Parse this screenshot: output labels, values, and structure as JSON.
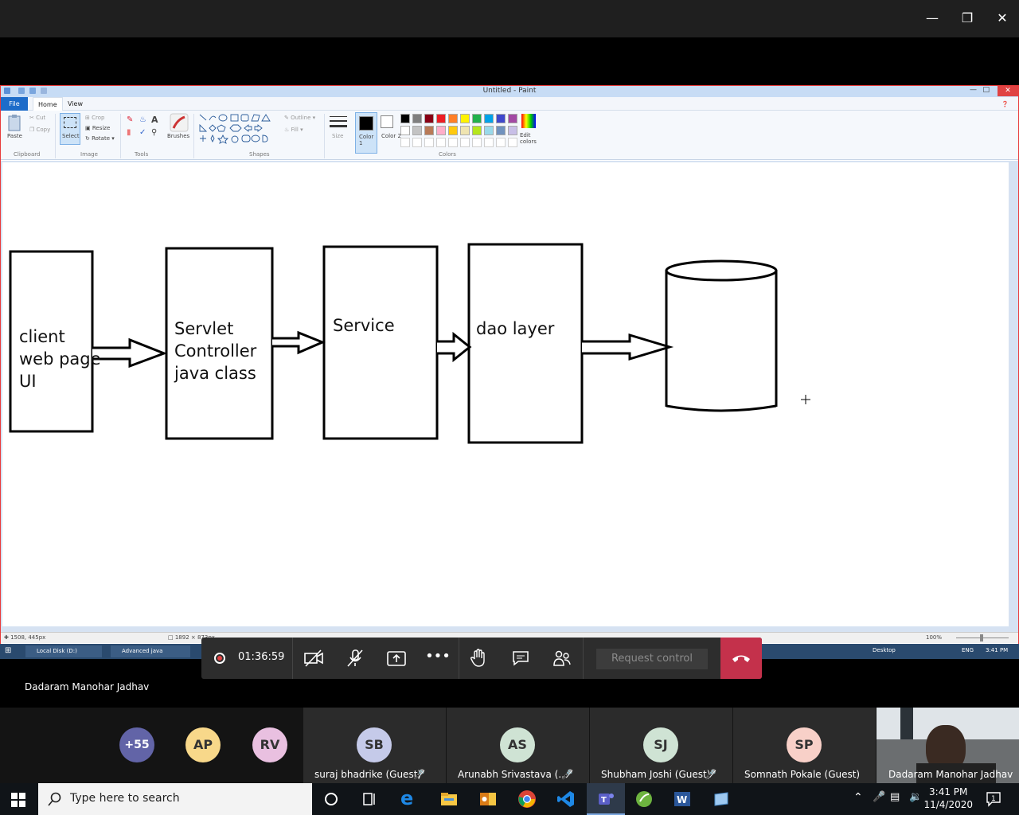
{
  "paint": {
    "title": "Untitled - Paint",
    "tabs": [
      "File",
      "Home",
      "View"
    ],
    "clipboard": {
      "paste": "Paste",
      "cut": "Cut",
      "copy": "Copy",
      "label": "Clipboard"
    },
    "image": {
      "select": "Select",
      "crop": "Crop",
      "resize": "Resize",
      "rotate": "Rotate",
      "label": "Image"
    },
    "tools_label": "Tools",
    "brushes": "Brushes",
    "shapes": {
      "outline": "Outline",
      "fill": "Fill",
      "label": "Shapes"
    },
    "size": "Size",
    "color1": "Color 1",
    "color2": "Color 2",
    "colors_label": "Colors",
    "edit_colors": "Edit colors",
    "palette": [
      "#000000",
      "#7f7f7f",
      "#880015",
      "#ed1c24",
      "#ff7f27",
      "#fff200",
      "#22b14c",
      "#00a2e8",
      "#3f48cc",
      "#a349a4",
      "#ffffff",
      "#c3c3c3",
      "#b97a57",
      "#ffaec9",
      "#ffc90e",
      "#efe4b0",
      "#b5e61d",
      "#99d9ea",
      "#7092be",
      "#c8bfe7"
    ],
    "status": {
      "position": "1508, 445px",
      "size": "1892 × 873px",
      "zoom": "100%"
    }
  },
  "diagram": {
    "box1": [
      "client",
      "web page",
      "UI"
    ],
    "box2": [
      "Servlet",
      "Controller",
      "java class"
    ],
    "box3": "Service",
    "box4": "dao layer"
  },
  "remote_taskbar": {
    "items": [
      "Local Disk (D:)",
      "Advanced java"
    ],
    "desktop": "Desktop",
    "lang": "ENG",
    "time": "3:41 PM"
  },
  "callbar": {
    "timer": "01:36:59",
    "request_control": "Request control"
  },
  "presenter": "Dadaram Manohar Jadhav",
  "participants": {
    "overflow": "+55",
    "small": [
      {
        "initials": "AP",
        "color": "#f8d88a"
      },
      {
        "initials": "RV",
        "color": "#e9c0e0"
      }
    ],
    "tiles": [
      {
        "initials": "SB",
        "name": "suraj bhadrike (Guest)",
        "color": "#c5cae9"
      },
      {
        "initials": "AS",
        "name": "Arunabh Srivastava (...",
        "color": "#cfe3d4"
      },
      {
        "initials": "SJ",
        "name": "Shubham Joshi (Guest)",
        "color": "#cfe3d4"
      },
      {
        "initials": "SP",
        "name": "Somnath Pokale (Guest)",
        "color": "#f8d0c8"
      }
    ],
    "video_name": "Dadaram Manohar Jadhav"
  },
  "taskbar": {
    "search_placeholder": "Type here to search",
    "time": "3:41 PM",
    "date": "11/4/2020"
  }
}
